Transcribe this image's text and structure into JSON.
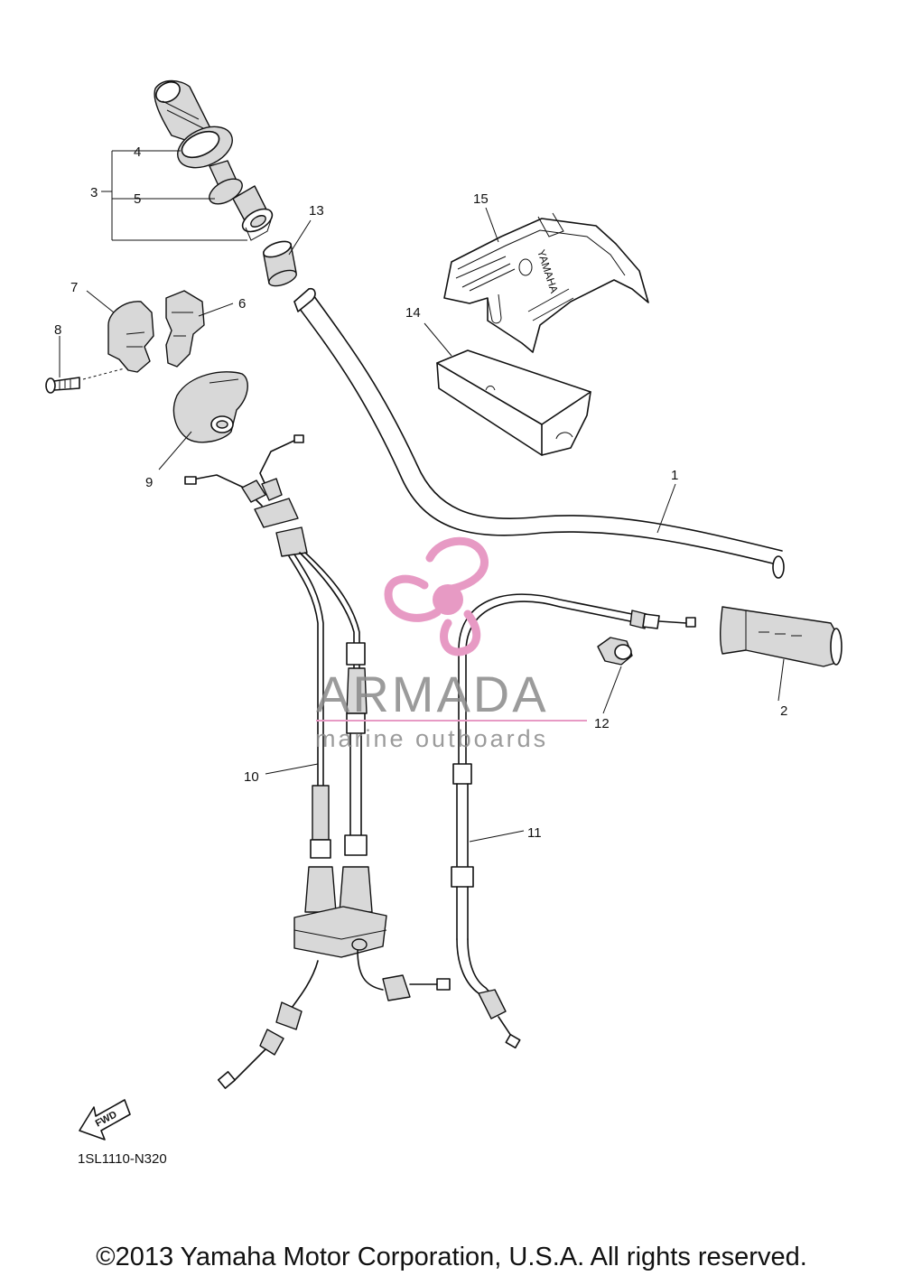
{
  "callouts": {
    "c1": "1",
    "c2": "2",
    "c3": "3",
    "c4": "4",
    "c5": "5",
    "c6": "6",
    "c7": "7",
    "c8": "8",
    "c9": "9",
    "c10": "10",
    "c11": "11",
    "c12": "12",
    "c13": "13",
    "c14": "14",
    "c15": "15"
  },
  "fwd_label": "FWD",
  "cover_brand": "YAMAHA",
  "diagram_code": "1SL1110-N320",
  "watermark": {
    "brand": "ARMADA",
    "tagline": "marine outboards",
    "accent_color": "#e79ac4",
    "text_color": "#8a8a8a"
  },
  "copyright": "©2013 Yamaha Motor Corporation, U.S.A. All rights reserved."
}
